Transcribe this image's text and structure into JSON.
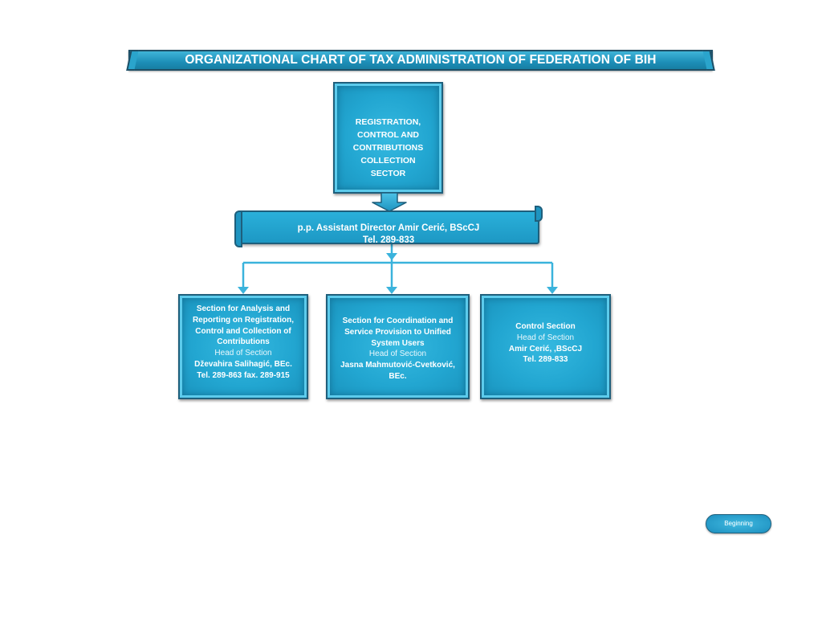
{
  "title": "ORGANIZATIONAL CHART OF TAX ADMINISTRATION OF FEDERATION OF BIH",
  "sector": {
    "lines": [
      "REGISTRATION,",
      "CONTROL AND",
      "CONTRIBUTIONS",
      "COLLECTION  SECTOR"
    ]
  },
  "assistant": {
    "line1": "p.p. Assistant Director Amir Cerić, BScCJ",
    "line2": "Tel. 289-833"
  },
  "sections": [
    {
      "title_lines": [
        "Section for Analysis and",
        "Reporting  on Registration,",
        "Control and Collection  of",
        "Contributions"
      ],
      "role": "Head of Section",
      "name": "Dževahira Salihagić, BEc.",
      "contact": "Tel. 289-863 fax. 289-915"
    },
    {
      "title_lines": [
        "Section for Coordination and",
        "Service Provision to Unified",
        "System Users"
      ],
      "role": "Head of Section",
      "name": "Jasna Mahmutović-Cvetković,",
      "contact": "BEc."
    },
    {
      "title_lines": [
        "Control Section"
      ],
      "role": "Head of Section",
      "name": "Amir Cerić, ,BScCJ",
      "contact": "Tel. 289-833"
    }
  ],
  "nav": {
    "beginning_label": "Beginning"
  },
  "colors": {
    "box": "#22a6d1",
    "border": "#1e5f7c",
    "connector": "#3ab3dc"
  }
}
